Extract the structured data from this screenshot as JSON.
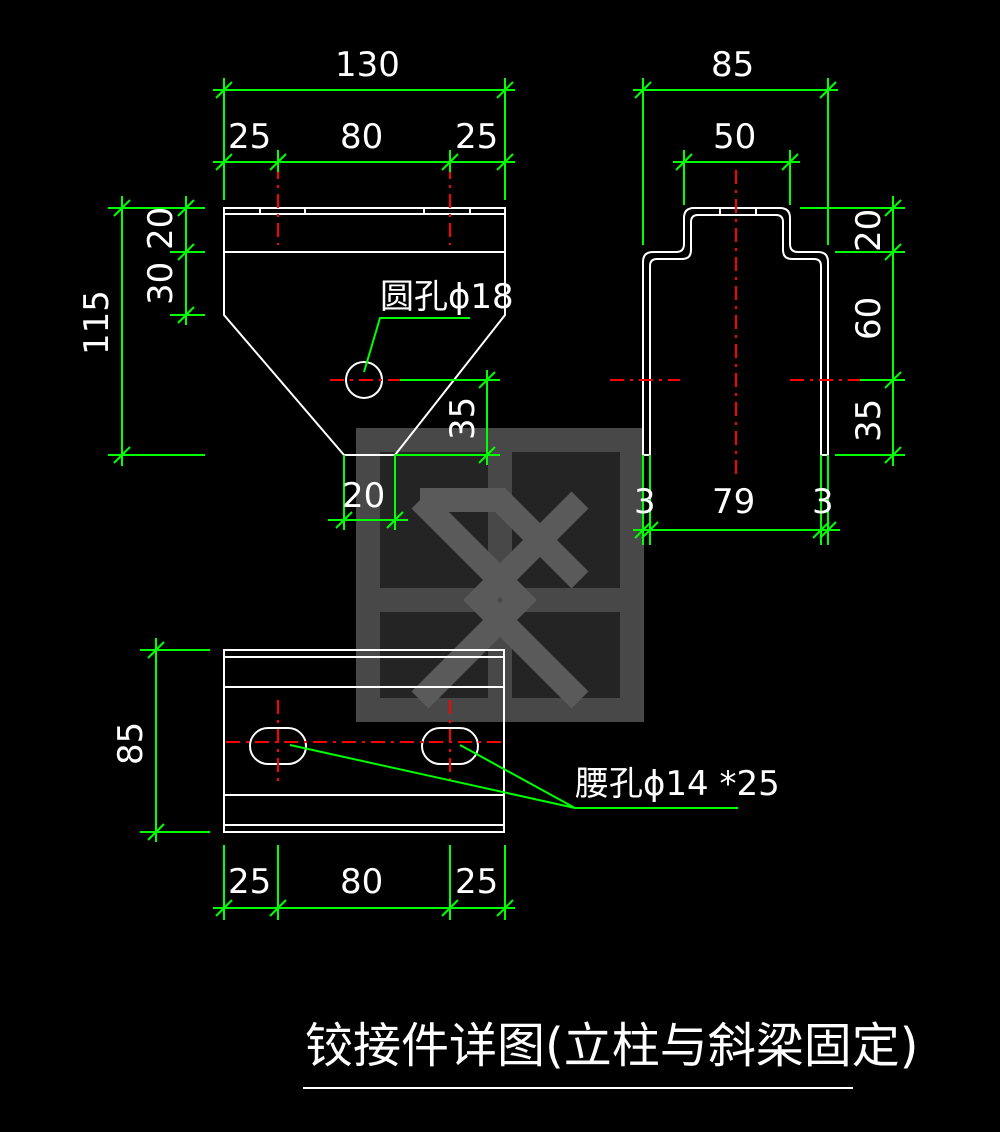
{
  "colors": {
    "background": "#000000",
    "outline": "#ffffff",
    "dimension": "#00ff00",
    "centerline": "#ff0000",
    "watermark": "#5a5a5a"
  },
  "front_view": {
    "width_total": "130",
    "width_left": "25",
    "width_mid": "80",
    "width_right": "25",
    "height_total": "115",
    "height_top": "20",
    "height_mid": "30",
    "hole_offset": "35",
    "bottom_width": "20",
    "hole_label": "圆孔ϕ18"
  },
  "side_view": {
    "width_outer": "85",
    "width_inner": "50",
    "height_top": "20",
    "height_mid": "60",
    "height_bottom": "35",
    "thick_left": "3",
    "inner_span": "79",
    "thick_right": "3"
  },
  "plan_view": {
    "height": "85",
    "width_left": "25",
    "width_mid": "80",
    "width_right": "25",
    "slot_label": "腰孔ϕ14 *25"
  },
  "title": "铰接件详图(立柱与斜梁固定)",
  "watermark_icon": "lattice-logo-icon"
}
